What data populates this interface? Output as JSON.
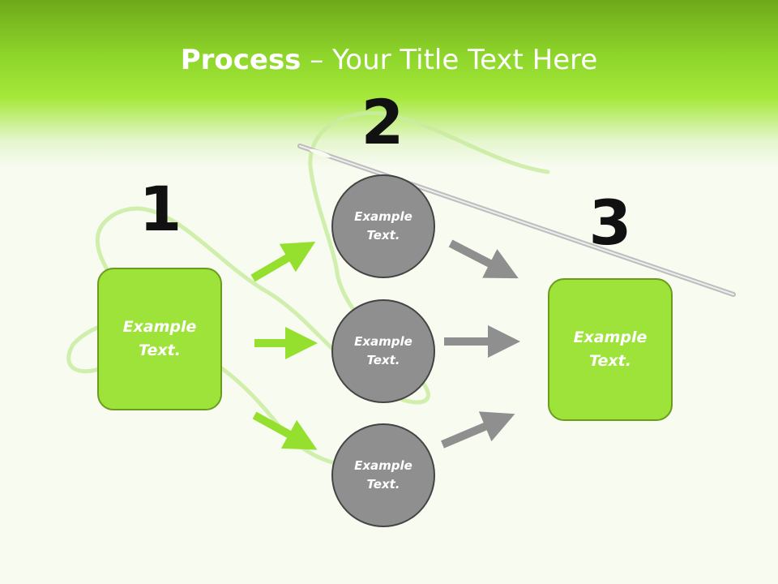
{
  "slide": {
    "title_bold": "Process",
    "title_rest": " – Your Title Text Here"
  },
  "steps": {
    "step1_number": "1",
    "step2_number": "2",
    "step3_number": "3"
  },
  "boxes": {
    "box1_text": "Example Text.",
    "box3_text": "Example Text."
  },
  "circles": {
    "top_text": "Example Text.",
    "middle_text": "Example Text.",
    "bottom_text": "Example Text."
  },
  "colors": {
    "accent_green": "#9de33a",
    "arrow_gray": "#8f8f8f",
    "circle_gray": "#8f8f8f"
  }
}
